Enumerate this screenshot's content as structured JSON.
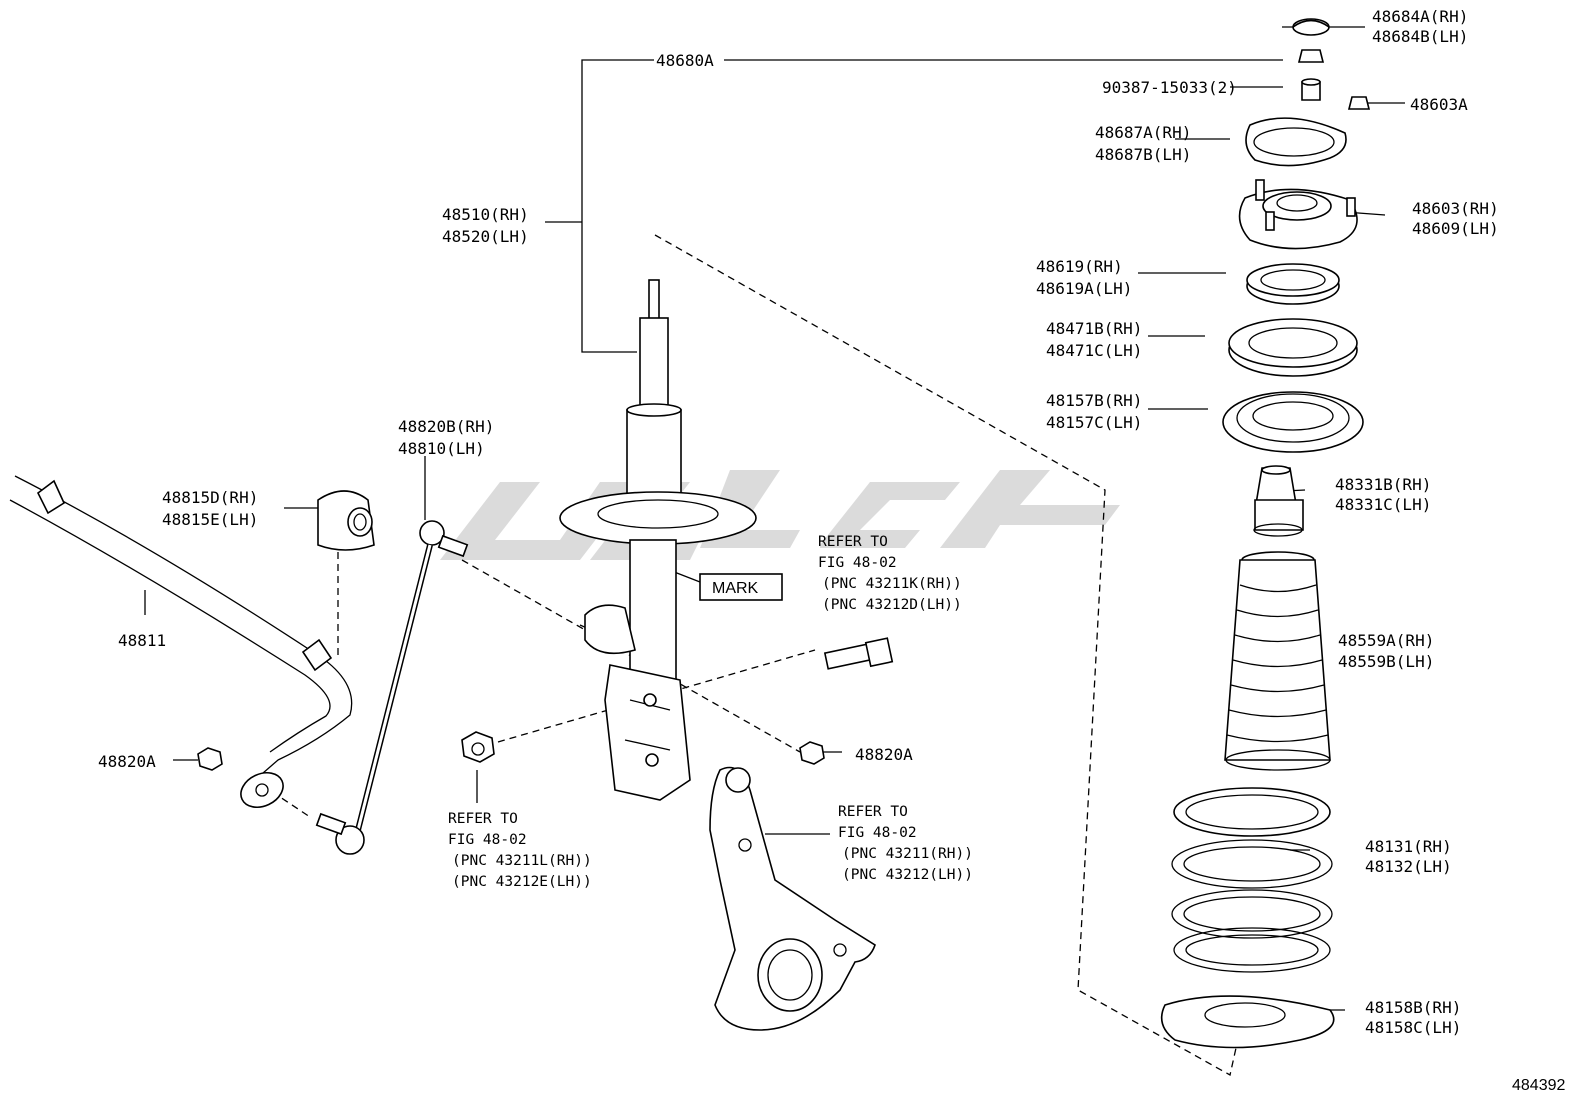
{
  "diagram": {
    "figure_number": "484392",
    "mark_label": "MARK",
    "labels": {
      "l48684": [
        "48684A(RH)",
        "48684B(LH)"
      ],
      "l48680": [
        "48680A"
      ],
      "l90387": [
        "90387-15033(2)"
      ],
      "l48603a": [
        "48603A"
      ],
      "l48687": [
        "48687A(RH)",
        "48687B(LH)"
      ],
      "l48603": [
        "48603(RH)",
        "48609(LH)"
      ],
      "l48510": [
        "48510(RH)",
        "48520(LH)"
      ],
      "l48619": [
        "48619(RH)",
        "48619A(LH)"
      ],
      "l48471": [
        "48471B(RH)",
        "48471C(LH)"
      ],
      "l48157": [
        "48157B(RH)",
        "48157C(LH)"
      ],
      "l48820b": [
        "48820B(RH)",
        "48810(LH)"
      ],
      "l48331": [
        "48331B(RH)",
        "48331C(LH)"
      ],
      "l48815": [
        "48815D(RH)",
        "48815E(LH)"
      ],
      "refer1": [
        "REFER TO",
        "FIG 48-02",
        "(PNC 43211K(RH))",
        "(PNC 43212D(LH))"
      ],
      "l48811": [
        "48811"
      ],
      "l48559": [
        "48559A(RH)",
        "48559B(LH)"
      ],
      "l48820a_r": [
        "48820A"
      ],
      "l48820a_l": [
        "48820A"
      ],
      "refer2": [
        "REFER TO",
        "FIG 48-02",
        "(PNC 43211L(RH))",
        "(PNC 43212E(LH))"
      ],
      "refer3": [
        "REFER TO",
        "FIG 48-02",
        "(PNC 43211(RH))",
        "(PNC 43212(LH))"
      ],
      "l48131": [
        "48131(RH)",
        "48132(LH)"
      ],
      "l48158": [
        "48158B(RH)",
        "48158C(LH)"
      ]
    }
  }
}
